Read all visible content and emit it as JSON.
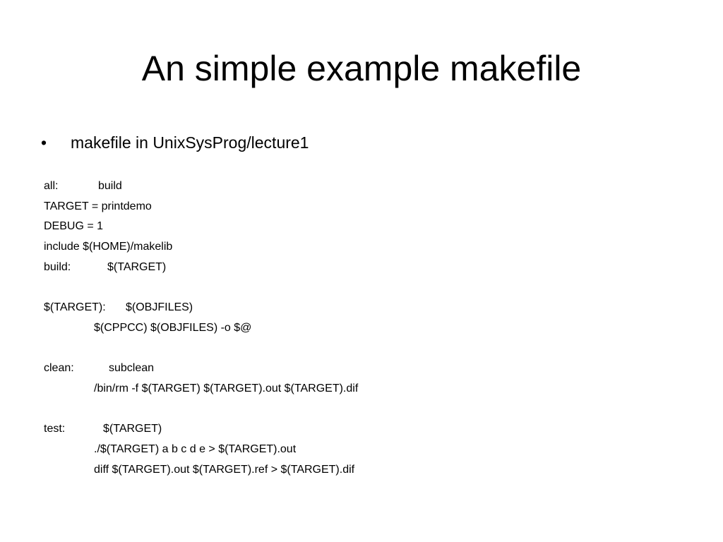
{
  "slide": {
    "title": "An simple example makefile",
    "bullet_symbol": "•",
    "bullet_text": "makefile in UnixSysProg/lecture1",
    "code": {
      "all_key": "all:",
      "all_value": "build",
      "target_line": "TARGET = printdemo",
      "debug_line": "DEBUG = 1",
      "include_line": "include $(HOME)/makelib",
      "build_key": "build:",
      "build_value": "$(TARGET)",
      "target_rule_key": "$(TARGET):",
      "target_rule_value": "$(OBJFILES)",
      "target_cmd": "$(CPPCC) $(OBJFILES) -o $@",
      "clean_key": "clean:",
      "clean_value": "subclean",
      "clean_cmd": "/bin/rm -f $(TARGET) $(TARGET).out $(TARGET).dif",
      "test_key": "test:",
      "test_value": "$(TARGET)",
      "test_cmd1": "./$(TARGET) a b c d e > $(TARGET).out",
      "test_cmd2": "diff $(TARGET).out $(TARGET).ref > $(TARGET).dif"
    }
  }
}
